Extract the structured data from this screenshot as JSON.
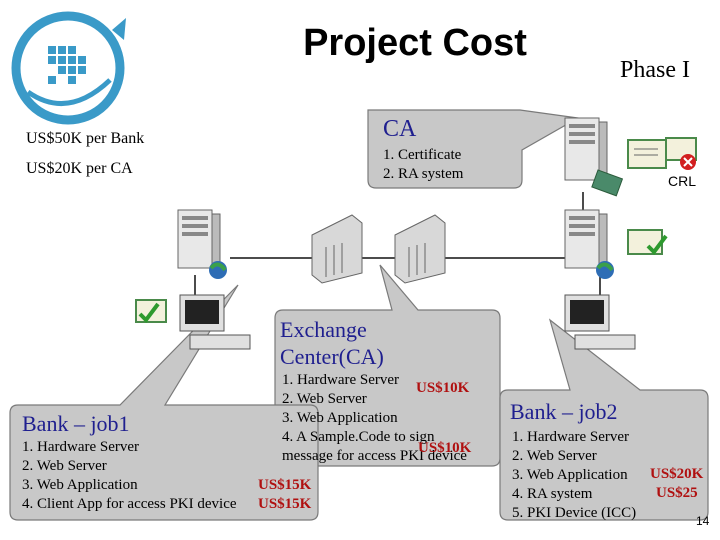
{
  "title": "Project Cost",
  "phase": "Phase I",
  "bank_cost": "US$50K per Bank",
  "ca_cost": "US$20K per CA",
  "ca_callout": {
    "title": "CA",
    "items": [
      "1. Certificate",
      "2. RA system"
    ]
  },
  "crl_label": "CRL",
  "exchange": {
    "title_line1": "Exchange",
    "title_line2": "Center(CA)",
    "items": [
      "1. Hardware Server",
      "2. Web Server",
      "3. Web Application",
      "4. A Sample.Code to sign",
      "message for access PKI device"
    ],
    "cost_1": "US$10K",
    "cost_2": "US$10K"
  },
  "bank1": {
    "title": "Bank – job1",
    "items": [
      "1. Hardware Server",
      "2. Web Server",
      "3. Web Application",
      "4. Client App for access PKI device"
    ],
    "cost_1": "US$15K",
    "cost_2": "US$15K"
  },
  "bank2": {
    "title": "Bank – job2",
    "items": [
      "1. Hardware Server",
      "2. Web Server",
      "3. Web Application",
      "4. RA system",
      "5. PKI Device (ICC)"
    ],
    "cost_1": "US$20K",
    "cost_2": "US$25"
  },
  "page_number": "14",
  "colors": {
    "callout_fill": "#c8c8c8",
    "label_blue": "#1f1f8f",
    "cost_red": "#b01010",
    "logo_blue": "#3a9ac8"
  }
}
